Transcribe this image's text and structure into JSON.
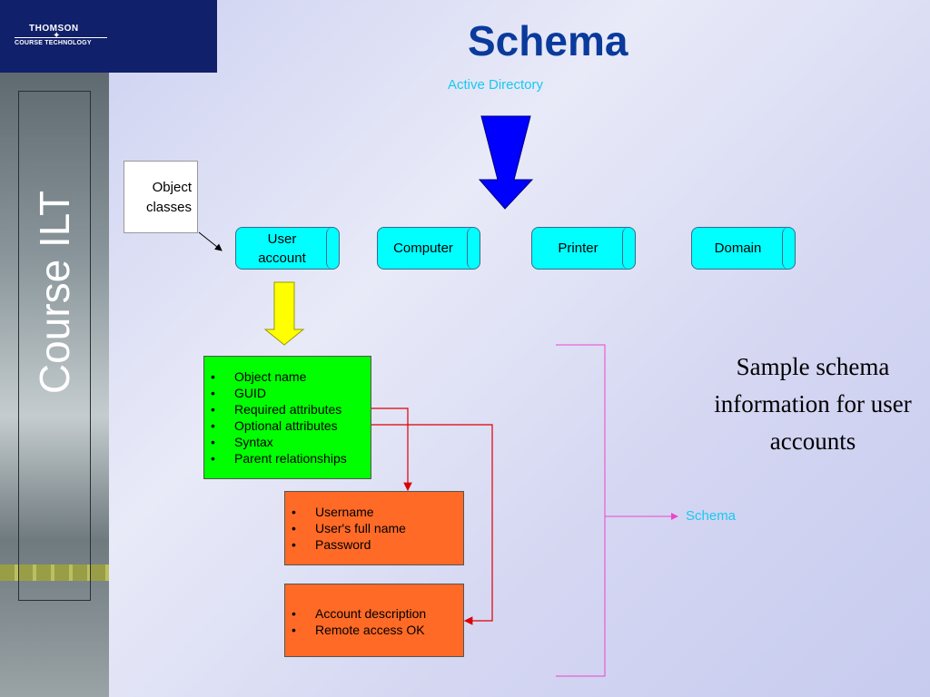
{
  "logo": {
    "line1": "THOMSON",
    "line2": "COURSE TECHNOLOGY"
  },
  "sidebar": {
    "title": "Course ILT"
  },
  "title": "Schema",
  "active_directory_label": "Active Directory",
  "object_classes_label": "Object classes",
  "object_classes": [
    {
      "label": "User account"
    },
    {
      "label": "Computer"
    },
    {
      "label": "Printer"
    },
    {
      "label": "Domain"
    }
  ],
  "schema_items": [
    "Object name",
    "GUID",
    "Required attributes",
    "Optional attributes",
    "Syntax",
    "Parent relationships"
  ],
  "required_attributes": [
    "Username",
    "User's full name",
    "Password"
  ],
  "optional_attributes": [
    "Account description",
    "Remote access OK"
  ],
  "schema_label": "Schema",
  "caption": "Sample schema information for user accounts",
  "colors": {
    "title": "#0a3a9c",
    "class_fill": "#00ffff",
    "schema_fill": "#00ff00",
    "attribute_fill": "#ff6a26",
    "down_arrow": "#0000ff",
    "yellow_arrow": "#ffff00",
    "connector": "#dd0000",
    "bracket": "#ee44cc",
    "label_cyan": "#19c8f0"
  }
}
